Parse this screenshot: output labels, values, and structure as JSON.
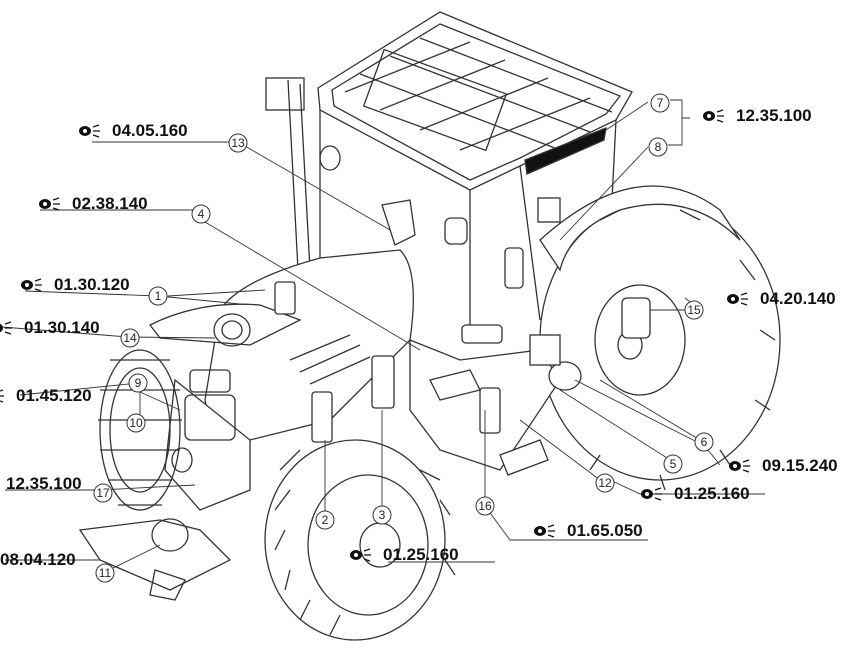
{
  "references": [
    {
      "id": "r1",
      "code": "12.35.100",
      "icon": "eye-icon"
    },
    {
      "id": "r2",
      "code": "04.05.160",
      "icon": "eye-icon"
    },
    {
      "id": "r3",
      "code": "02.38.140",
      "icon": "eye-icon"
    },
    {
      "id": "r4",
      "code": "01.30.120",
      "icon": "eye-icon"
    },
    {
      "id": "r5",
      "code": "04.20.140",
      "icon": "eye-icon"
    },
    {
      "id": "r6",
      "code": "01.30.140",
      "icon": "eye-icon"
    },
    {
      "id": "r7",
      "code": "01.45.120",
      "icon": "eye-icon"
    },
    {
      "id": "r8",
      "code": "09.15.240",
      "icon": "eye-icon"
    },
    {
      "id": "r9",
      "code": "12.35.100",
      "icon": "eye-icon"
    },
    {
      "id": "r10",
      "code": "01.25.160",
      "icon": "eye-icon"
    },
    {
      "id": "r11",
      "code": "01.65.050",
      "icon": "eye-icon"
    },
    {
      "id": "r12",
      "code": "08.04.120",
      "icon": "eye-icon"
    },
    {
      "id": "r13",
      "code": "01.25.160",
      "icon": "eye-icon"
    }
  ],
  "callouts": [
    "7",
    "8",
    "13",
    "4",
    "1",
    "15",
    "14",
    "9",
    "10",
    "6",
    "5",
    "12",
    "17",
    "16",
    "3",
    "2",
    "11"
  ]
}
